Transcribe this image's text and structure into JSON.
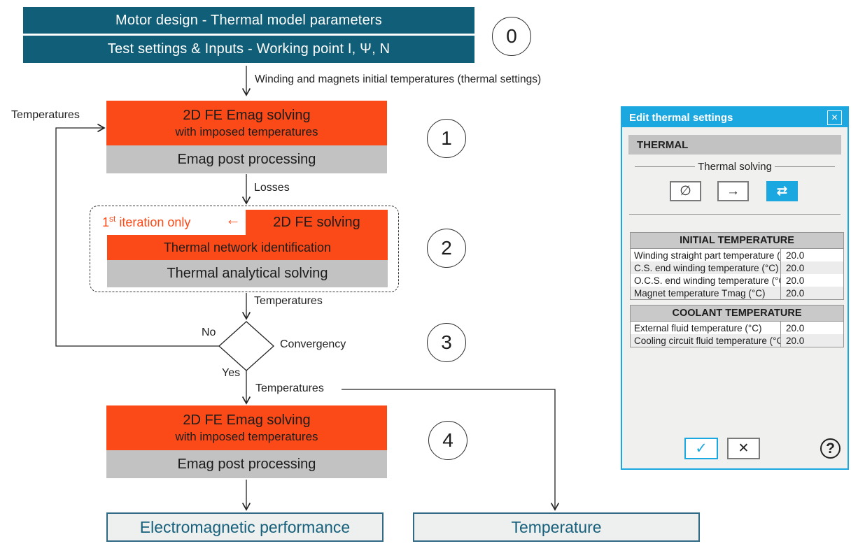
{
  "flowchart": {
    "inputs": {
      "box1": "Motor design - Thermal model parameters",
      "box2": "Test settings & Inputs - Working point I, Ψ, N",
      "step": "0"
    },
    "init_arrow_label": "Winding and magnets initial temperatures (thermal settings)",
    "feedback_label": "Temperatures",
    "stage1": {
      "step": "1",
      "line1": "2D FE Emag solving",
      "line2": "with imposed temperatures",
      "post": "Emag post processing"
    },
    "losses_label": "Losses",
    "stage2": {
      "step": "2",
      "note_base": "1",
      "note_sup": "st",
      "note_rest": " iteration only",
      "note_arrow": "←",
      "fe": "2D FE solving",
      "identify": "Thermal network identification",
      "solve": "Thermal analytical solving"
    },
    "stage2_out_label": "Temperatures",
    "decision": {
      "step": "3",
      "no": "No",
      "yes": "Yes",
      "label": "Convergency"
    },
    "yes_label": "Temperatures",
    "stage4": {
      "step": "4",
      "line1": "2D FE Emag solving",
      "line2": "with imposed temperatures",
      "post": "Emag post processing"
    },
    "outputs": {
      "left": "Electromagnetic performance",
      "right": "Temperature"
    }
  },
  "dialog": {
    "title": "Edit thermal settings",
    "close_icon": "✕",
    "section": "THERMAL",
    "group_label": "Thermal solving",
    "solving_buttons": {
      "none": "∅",
      "one_way": "→",
      "two_way": "⇄"
    },
    "initial_table": {
      "header": "INITIAL TEMPERATURE",
      "rows": [
        {
          "label": "Winding straight part temperature (°C)",
          "value": "20.0"
        },
        {
          "label": "C.S. end winding temperature (°C)",
          "value": "20.0"
        },
        {
          "label": "O.C.S. end winding temperature (°C)",
          "value": "20.0"
        },
        {
          "label": "Magnet temperature Tmag (°C)",
          "value": "20.0"
        }
      ]
    },
    "coolant_table": {
      "header": "COOLANT TEMPERATURE",
      "rows": [
        {
          "label": "External fluid temperature (°C)",
          "value": "20.0"
        },
        {
          "label": "Cooling circuit fluid temperature (°C)",
          "value": "20.0"
        }
      ]
    },
    "ok_icon": "✓",
    "cancel_icon": "✕",
    "help_icon": "?"
  },
  "colors": {
    "teal": "#115e78",
    "orange": "#fb4a17",
    "box_gray": "#c2c2c2",
    "dialog_cyan": "#1ba7e0",
    "outcome_border": "#326a85",
    "outcome_bg": "#eef0ef"
  }
}
